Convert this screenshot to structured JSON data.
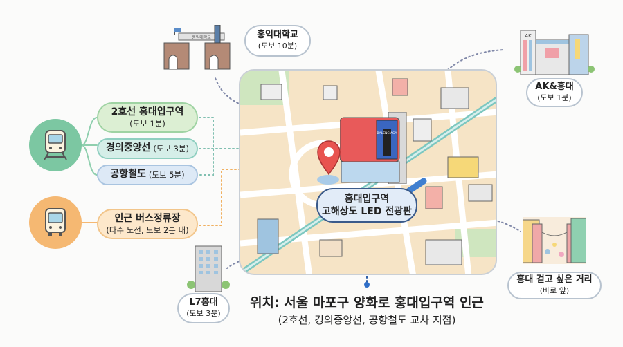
{
  "transit": {
    "subway_items": [
      {
        "name": "2호선 홍대입구역",
        "detail": "(도보 1분)"
      },
      {
        "name": "경의중앙선",
        "detail": "(도보 3분)"
      },
      {
        "name": "공항철도",
        "detail": "(도보 5분)"
      }
    ],
    "bus": {
      "name": "인근 버스정류장",
      "detail": "(다수 노선, 도보 2분 내)"
    }
  },
  "landmarks": {
    "hongik": {
      "name": "홍익대학교",
      "detail": "(도보 10분)",
      "sign": "홍익대학교"
    },
    "ak": {
      "name": "AK&홍대",
      "detail": "(도보 1분)",
      "sign": "AK"
    },
    "street": {
      "name": "홍대 걷고 싶은 거리",
      "detail": "(바로 앞)"
    },
    "l7": {
      "name": "L7홍대",
      "detail": "(도보 3분)"
    }
  },
  "center": {
    "line1": "홍대입구역",
    "line2": "고해상도 LED 전광판",
    "billboard_text": "BALENCIAGA"
  },
  "location": {
    "title": "위치: 서울 마포구 양화로 홍대입구역 인근",
    "subtitle": "(2호선, 경의중앙선, 공항철도 교차 지점)"
  },
  "colors": {
    "subway": "#7cc7a2",
    "bus": "#f5b872",
    "pin": "#e8534f",
    "billboard": "#e85a5a"
  }
}
